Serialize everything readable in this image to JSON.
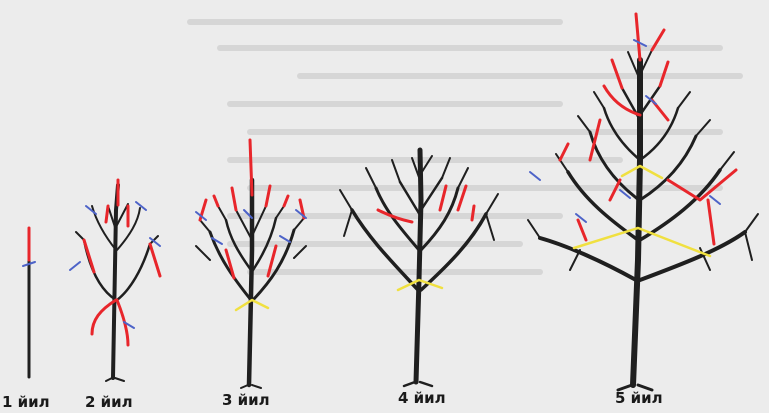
{
  "labels": {
    "year1": "1 йил",
    "year2": "2 йил",
    "year3": "3 йил",
    "year4": "4 йил",
    "year5": "5 йил"
  },
  "colors": {
    "background": "#ececec",
    "trunk": "#1f1f1f",
    "prune_cut": "#e8262b",
    "cut_mark": "#4d63c8",
    "tier_line": "#f0e040"
  },
  "icons": [
    "young-tree-illustration"
  ]
}
